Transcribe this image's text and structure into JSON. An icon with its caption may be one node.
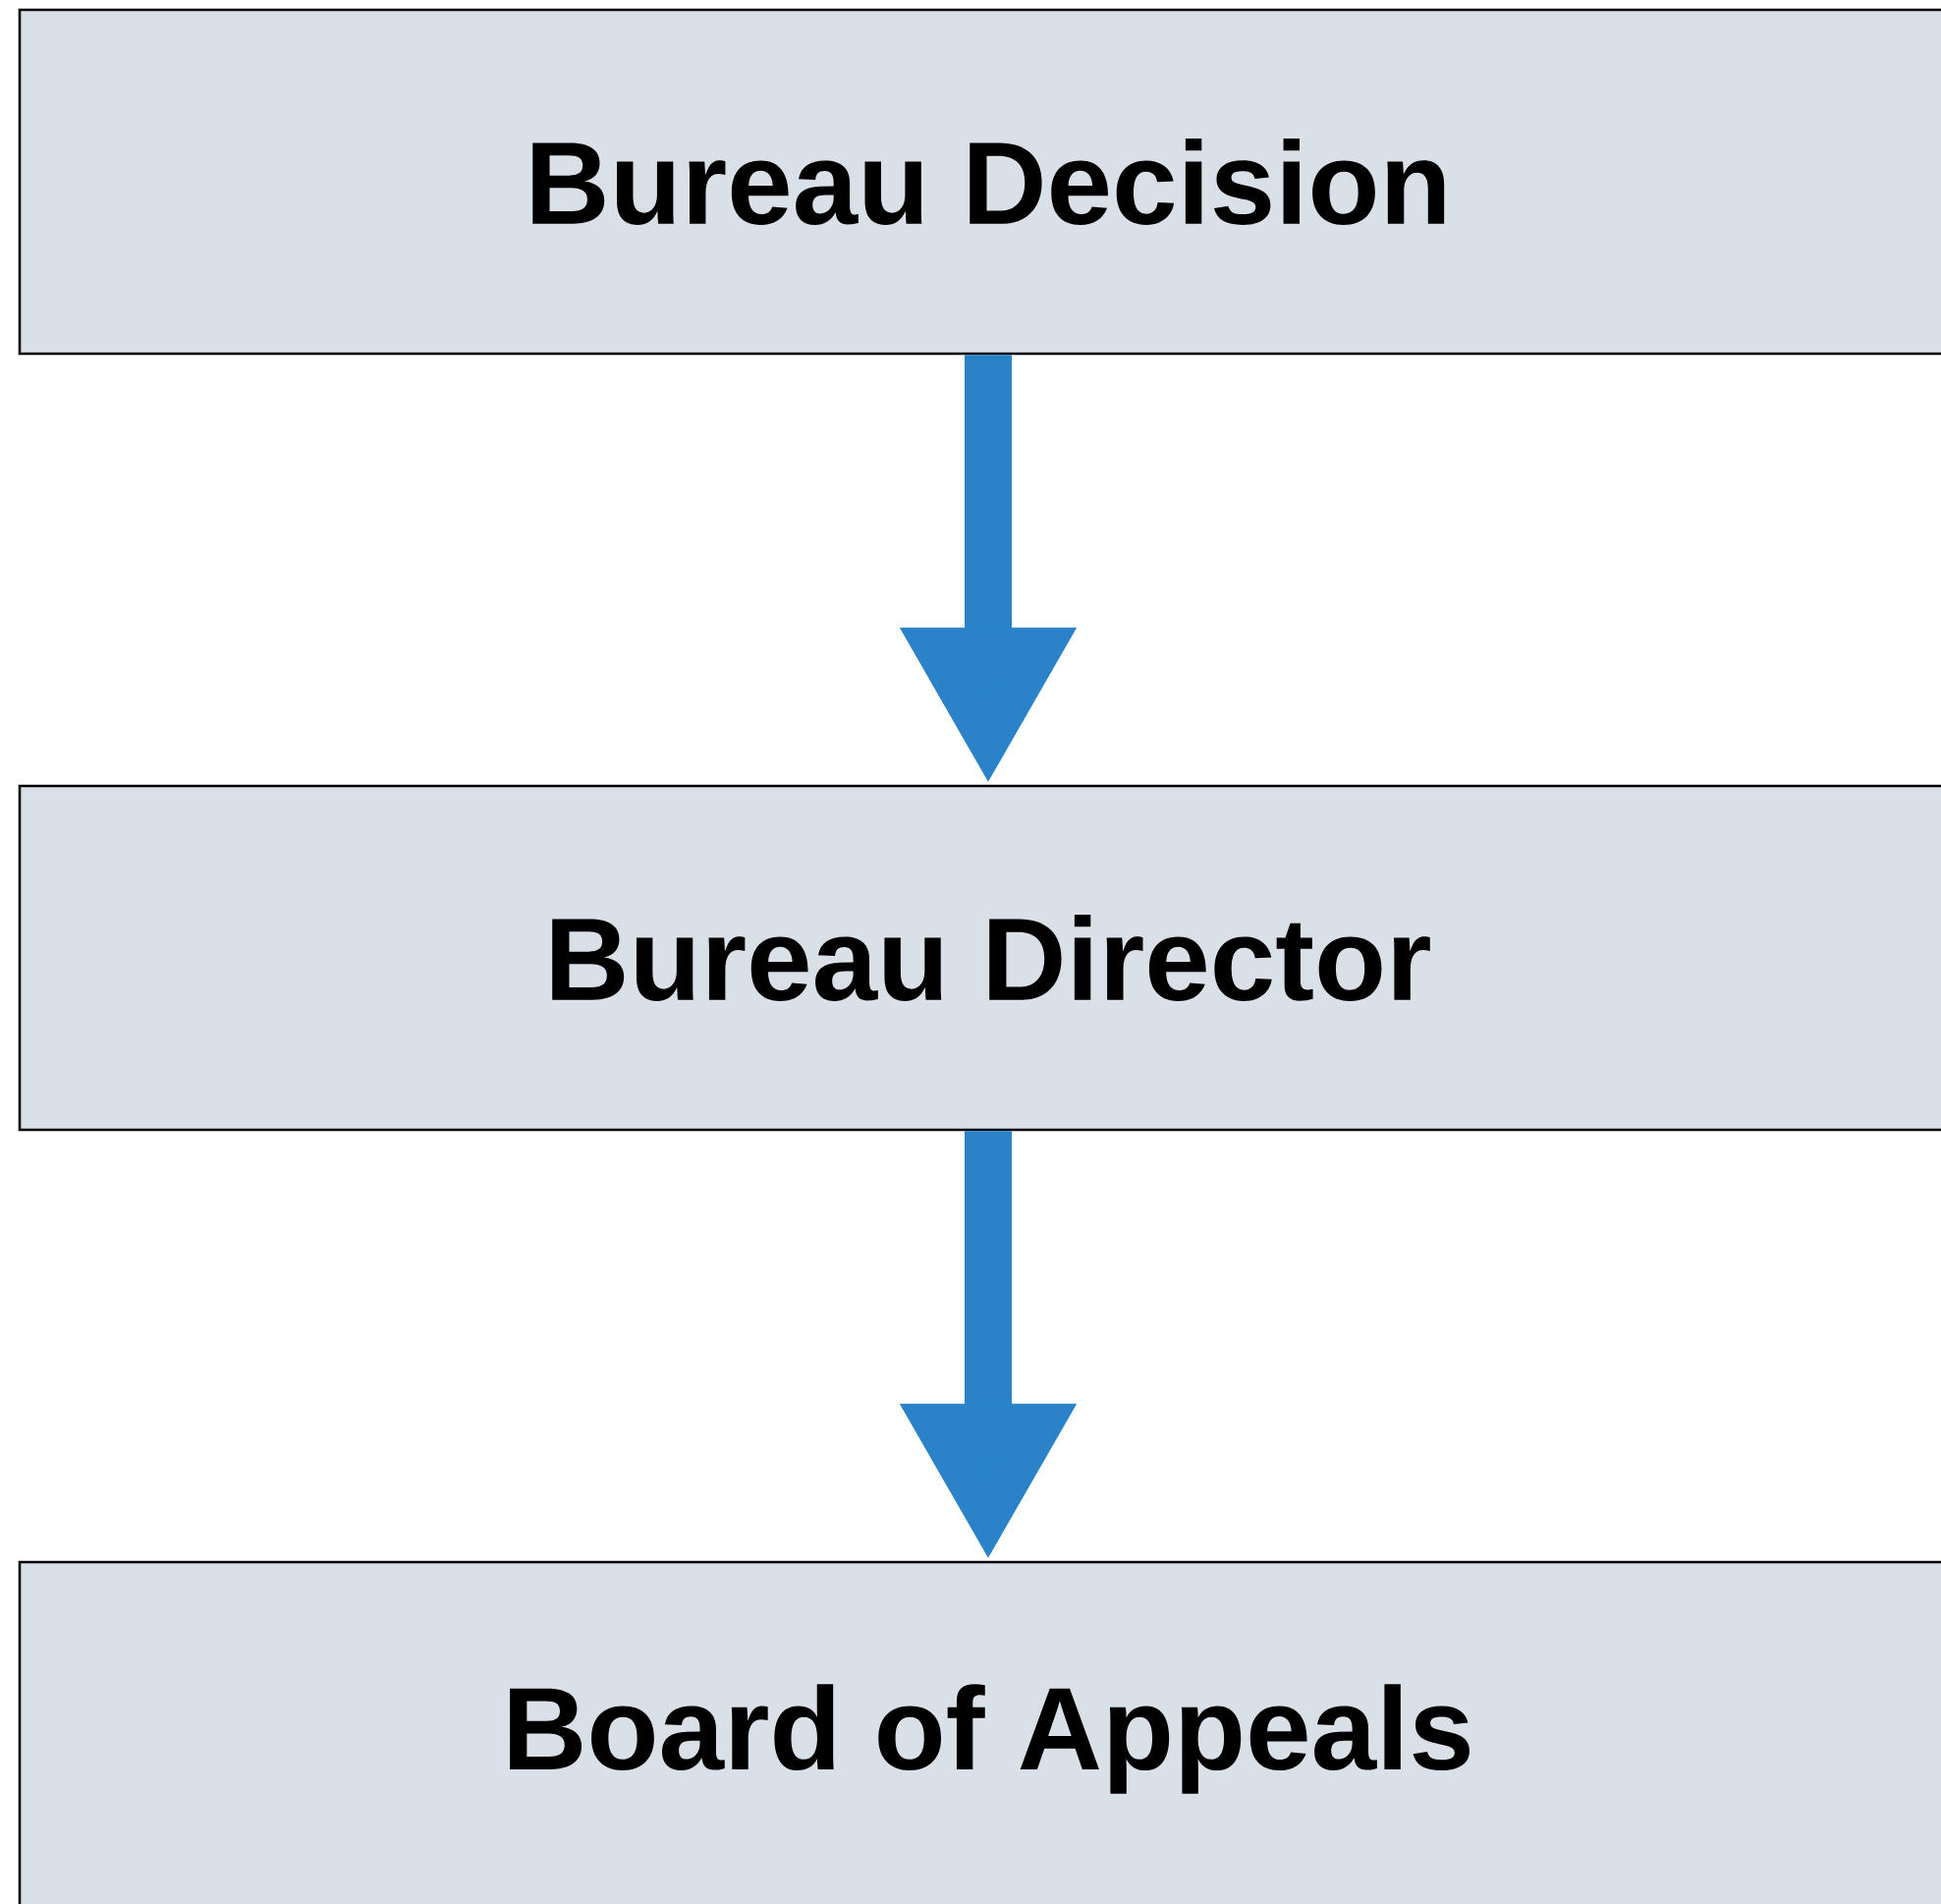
{
  "diagram": {
    "nodes": [
      {
        "text": [
          "Bureau Decision"
        ]
      },
      {
        "text": [
          "Bureau Director"
        ]
      },
      {
        "text": [
          "Board of Appeals"
        ]
      }
    ],
    "edges": [
      {
        "from": 0,
        "to": 1,
        "arrow": "to"
      },
      {
        "from": 1,
        "to": 2,
        "arrow": "to"
      }
    ]
  }
}
